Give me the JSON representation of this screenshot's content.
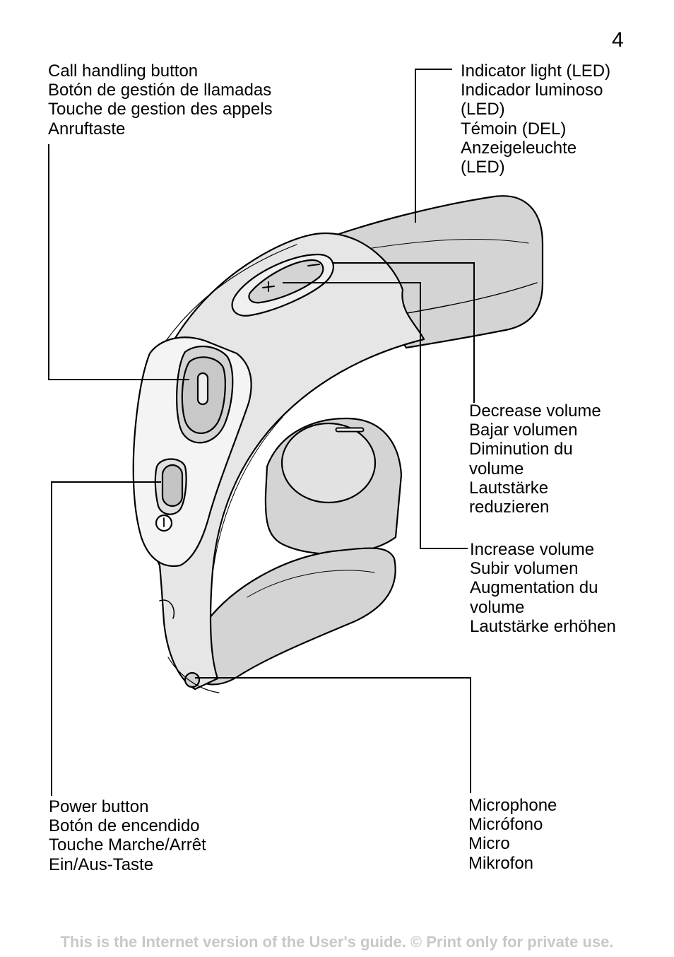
{
  "page_number": "4",
  "callouts": {
    "call_handling": [
      "Call handling button",
      "Botón de gestión de llamadas",
      "Touche de gestion des appels",
      "Anruftaste"
    ],
    "indicator_light": [
      "Indicator light (LED)",
      "Indicador luminoso",
      "(LED)",
      "Témoin (DEL)",
      "Anzeigeleuchte",
      "(LED)"
    ],
    "decrease_volume": [
      "Decrease volume",
      "Bajar volumen",
      "Diminution du",
      "volume",
      "Lautstärke",
      "reduzieren"
    ],
    "increase_volume": [
      "Increase volume",
      "Subir volumen",
      "Augmentation du",
      "volume",
      "Lautstärke erhöhen"
    ],
    "power_button": [
      "Power button",
      "Botón de encendido",
      "Touche Marche/Arrêt",
      "Ein/Aus-Taste"
    ],
    "microphone": [
      "Microphone",
      "Micrófono",
      "Micro",
      "Mikrofon"
    ]
  },
  "footer": "This is the Internet version of the User's guide. © Print only for private use.",
  "colors": {
    "body_fill": "#d4d4d4",
    "outline": "#000000",
    "footer_text": "#c8c8c8"
  }
}
